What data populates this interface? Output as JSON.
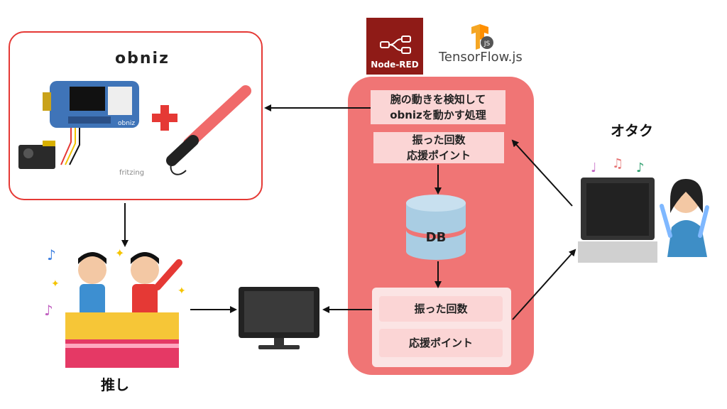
{
  "hardware": {
    "brand": "obniz",
    "board_label": "obniz",
    "credit": "fritzing"
  },
  "logos": {
    "nodered": "Node-RED",
    "tensorflow": "TensorFlow.js",
    "tensorflow_badge": "JS"
  },
  "server": {
    "process_label": "腕の動きを検知して\nobnizを動かす処理",
    "stats_upper": "振った回数\n応援ポイント",
    "db_label": "DB",
    "count_label": "振った回数",
    "points_label": "応援ポイント"
  },
  "actors": {
    "otaku": "オタク",
    "oshi": "推し"
  },
  "colors": {
    "accent_red": "#e53935",
    "server_bg": "#f07575",
    "box_bg": "#fbd5d5",
    "db_blue": "#a9cde3"
  }
}
